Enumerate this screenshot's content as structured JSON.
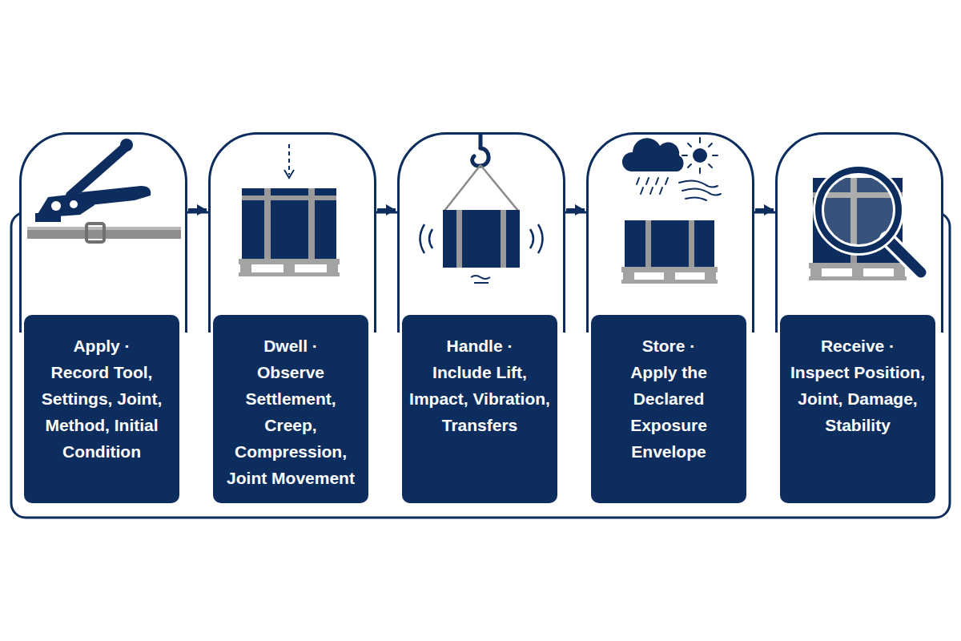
{
  "diagram": {
    "nodes": [
      {
        "text": [
          "Apply ·",
          "Record Tool, Settings, Joint, Method, Initial Condition"
        ]
      },
      {
        "text": [
          "Dwell ·",
          "Observe Settlement, Creep, Compression, Joint Movement"
        ]
      },
      {
        "text": [
          "Handle ·",
          "Include Lift, Impact, Vibration, Transfers"
        ]
      },
      {
        "text": [
          "Store ·",
          "Apply the Declared Exposure Envelope"
        ]
      },
      {
        "text": [
          "Receive ·",
          "Inspect Position, Joint, Damage, Stability"
        ]
      }
    ],
    "edges": [
      {
        "from": 0,
        "to": 1,
        "arrow": "to"
      },
      {
        "from": 1,
        "to": 2,
        "arrow": "to"
      },
      {
        "from": 2,
        "to": 3,
        "arrow": "to"
      },
      {
        "from": 3,
        "to": 4,
        "arrow": "to"
      }
    ]
  }
}
